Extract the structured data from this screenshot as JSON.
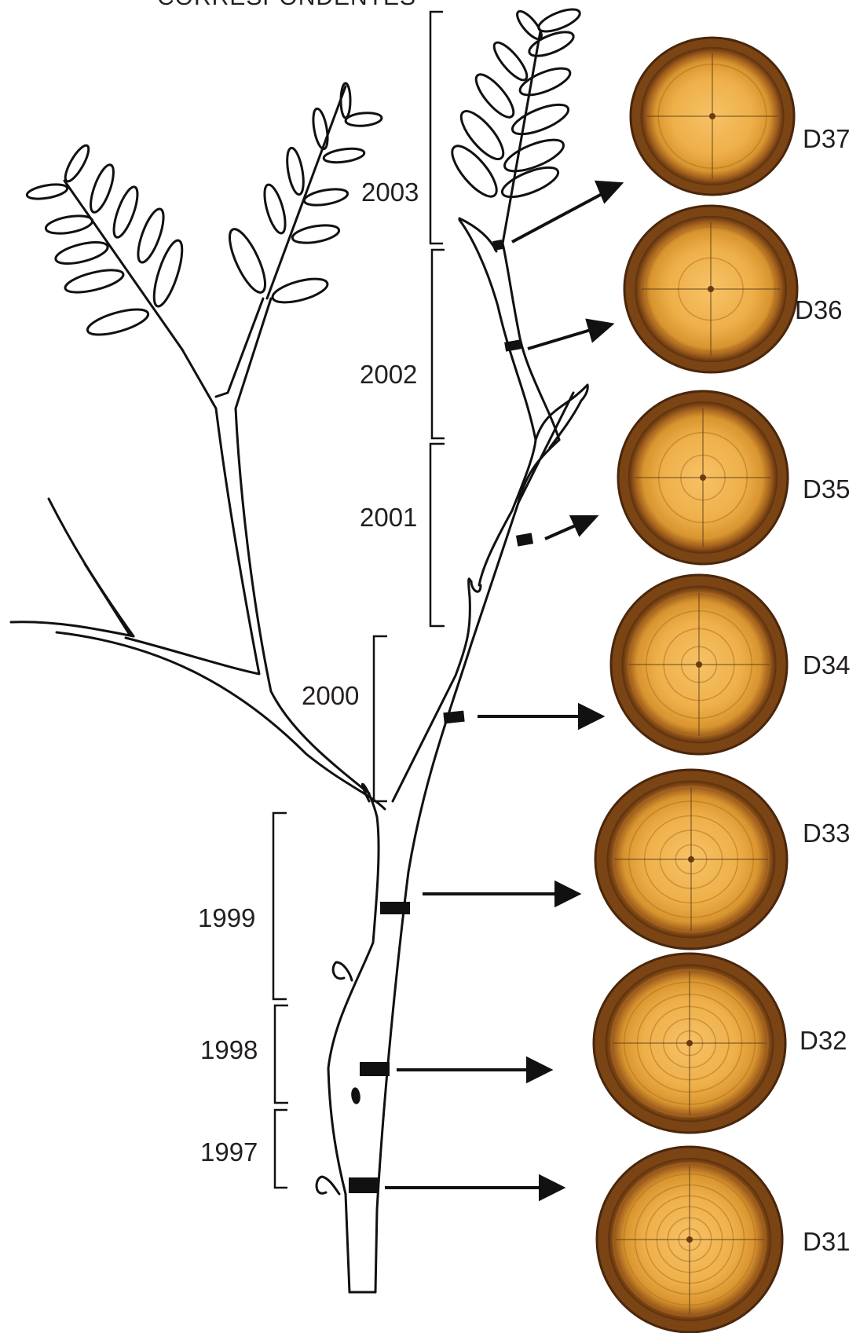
{
  "top_caption": "CORRESPONDENTES",
  "year_labels": [
    {
      "id": "2003",
      "text": "2003"
    },
    {
      "id": "2002",
      "text": "2002"
    },
    {
      "id": "2001",
      "text": "2001"
    },
    {
      "id": "2000",
      "text": "2000"
    },
    {
      "id": "1999",
      "text": "1999"
    },
    {
      "id": "1998",
      "text": "1998"
    },
    {
      "id": "1997",
      "text": "1997"
    }
  ],
  "samples": [
    {
      "id": "D37",
      "label": "D37",
      "ring_count": 1
    },
    {
      "id": "D36",
      "label": "D36",
      "ring_count": 2
    },
    {
      "id": "D35",
      "label": "D35",
      "ring_count": 3
    },
    {
      "id": "D34",
      "label": "D34",
      "ring_count": 4
    },
    {
      "id": "D33",
      "label": "D33",
      "ring_count": 5
    },
    {
      "id": "D32",
      "label": "D32",
      "ring_count": 6
    },
    {
      "id": "D31",
      "label": "D31",
      "ring_count": 7
    }
  ],
  "colors": {
    "line": "#111111",
    "text": "#231f20",
    "wood_inner": "#f2b34a",
    "wood_mid": "#d9952f",
    "bark": "#7a4414",
    "bark_dark": "#4a260b"
  }
}
